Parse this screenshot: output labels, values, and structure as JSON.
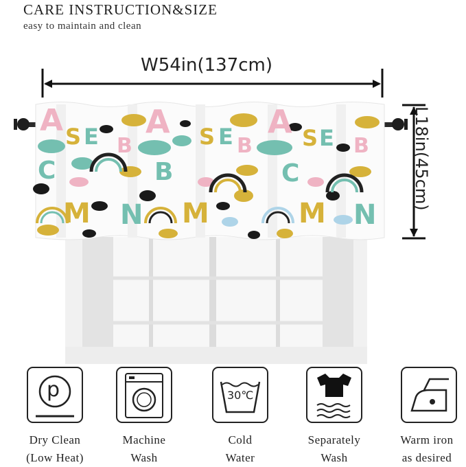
{
  "header": {
    "title": "CARE INSTRUCTION&SIZE",
    "subtitle": "easy to maintain and clean"
  },
  "dimensions": {
    "width_label": "W54in(137cm)",
    "length_label": "L18in(45cm)"
  },
  "valance": {
    "letters": [
      "A",
      "S",
      "E",
      "B",
      "C",
      "N",
      "M",
      "A",
      "S",
      "E",
      "B",
      "C",
      "N",
      "M"
    ]
  },
  "care": [
    {
      "icon": "dry-clean-p-icon",
      "line1": "Dry Clean",
      "line2": "(Low Heat)"
    },
    {
      "icon": "washing-machine-icon",
      "line1": "Machine",
      "line2": "Wash"
    },
    {
      "icon": "wash-tub-30c-icon",
      "line1": "Cold",
      "line2": "Water",
      "temp": "30℃"
    },
    {
      "icon": "separate-wash-shirt-icon",
      "line1": "Separately",
      "line2": "Wash"
    },
    {
      "icon": "iron-icon",
      "line1": "Warm iron",
      "line2": "as desired"
    }
  ]
}
